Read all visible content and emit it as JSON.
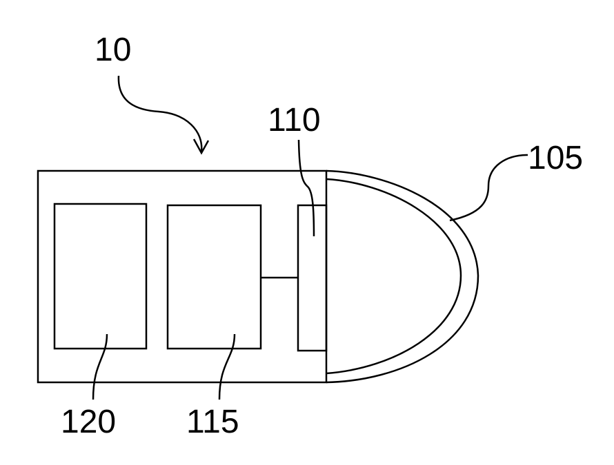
{
  "labels": {
    "device": "10",
    "part_110": "110",
    "part_105": "105",
    "part_120": "120",
    "part_115": "115"
  }
}
